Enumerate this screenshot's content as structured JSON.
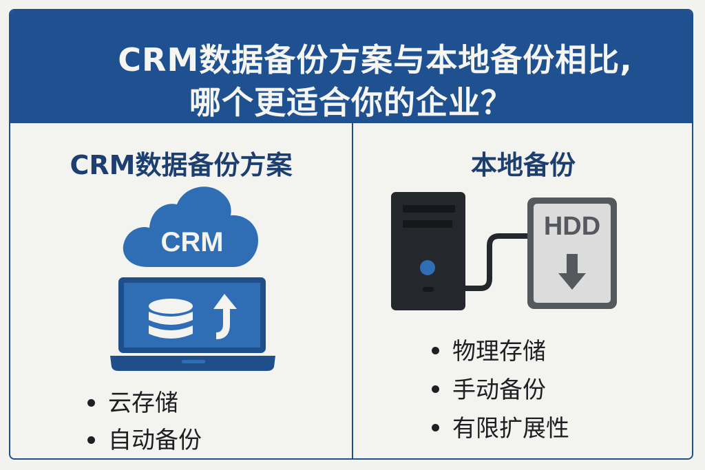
{
  "header": {
    "title_line1": "CRM数据备份方案与本地备份相比,",
    "title_line2": "哪个更适合你的企业？"
  },
  "left_panel": {
    "title": "CRM数据备份方案",
    "icon_label": "CRM",
    "icons": [
      "cloud-icon",
      "laptop-icon",
      "database-icon",
      "upload-arrow-icon"
    ],
    "bullets": [
      "云存储",
      "自动备份"
    ]
  },
  "right_panel": {
    "title": "本地备份",
    "icon_label": "HDD",
    "icons": [
      "server-tower-icon",
      "cable-icon",
      "hard-drive-icon",
      "download-arrow-icon"
    ],
    "bullets": [
      "物理存储",
      "手动备份",
      "有限扩展性"
    ]
  },
  "colors": {
    "header_bg": "#1f5190",
    "title_text": "#1c3f70",
    "accent_blue": "#2f6db5",
    "dark": "#24282d",
    "background": "#f3f3f0"
  }
}
